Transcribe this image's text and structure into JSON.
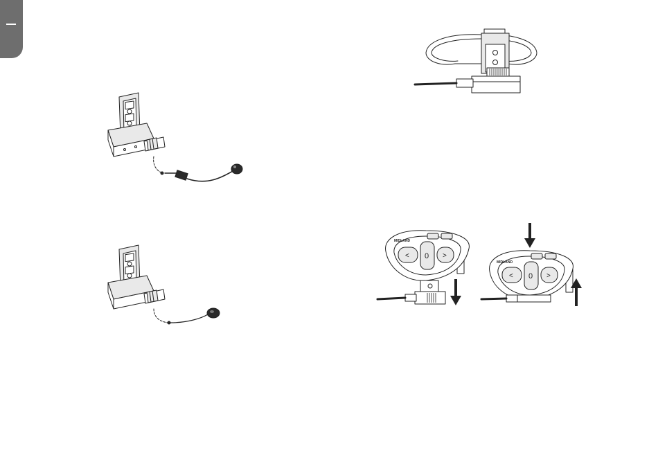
{
  "page": {
    "section_tab": {
      "label": ""
    }
  },
  "figures": {
    "headset_with_boom_mic": {
      "icon": "base-unit-with-boom-microphone"
    },
    "headset_with_wire_mic": {
      "icon": "base-unit-with-wired-button-microphone"
    },
    "clamp_mounted_base": {
      "icon": "helmet-clamp-with-base"
    },
    "unit_attach_left": {
      "icon": "intercom-unit-attach-down",
      "brand": "MIDLAND",
      "buttons": [
        "<",
        "0",
        ">"
      ],
      "arrows": [
        "down"
      ]
    },
    "unit_attach_right": {
      "icon": "intercom-unit-release",
      "brand": "MIDLAND",
      "buttons": [
        "<",
        "0",
        ">"
      ],
      "arrows": [
        "down",
        "up"
      ]
    }
  }
}
